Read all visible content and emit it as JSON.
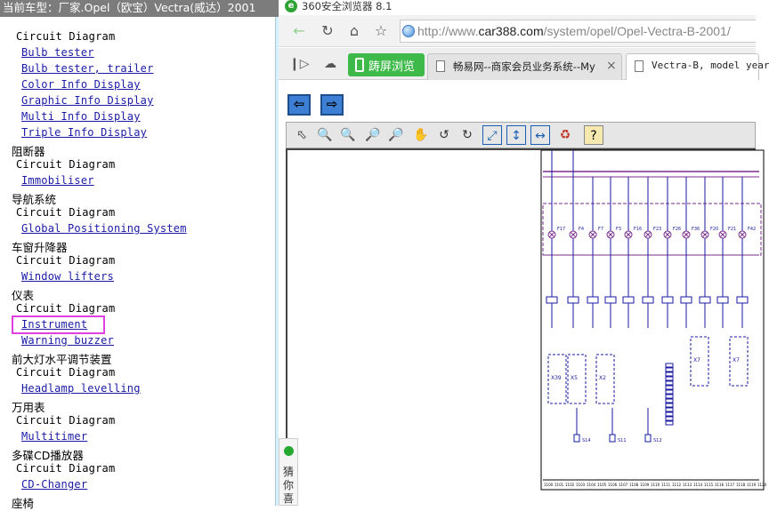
{
  "left": {
    "title": "当前车型：厂家.Opel（欧宝）Vectra(威达）2001",
    "top_partial": "Circuit Diagram",
    "rows": [
      {
        "kind": "link",
        "text": "Bulb tester"
      },
      {
        "kind": "link",
        "text": "Bulb tester, trailer"
      },
      {
        "kind": "link",
        "text": "Color Info Display"
      },
      {
        "kind": "link",
        "text": "Graphic Info Display"
      },
      {
        "kind": "link",
        "text": "Multi Info Display"
      },
      {
        "kind": "link",
        "text": "Triple Info Display"
      },
      {
        "kind": "cat",
        "text": "阻断器"
      },
      {
        "kind": "cd",
        "text": "Circuit Diagram"
      },
      {
        "kind": "link",
        "text": "Immobiliser"
      },
      {
        "kind": "cat",
        "text": "导航系统"
      },
      {
        "kind": "cd",
        "text": "Circuit Diagram"
      },
      {
        "kind": "link",
        "text": "Global Positioning System"
      },
      {
        "kind": "cat",
        "text": "车窗升降器"
      },
      {
        "kind": "cd",
        "text": "Circuit Diagram"
      },
      {
        "kind": "link",
        "text": "Window lifters"
      },
      {
        "kind": "cat",
        "text": "仪表"
      },
      {
        "kind": "cd",
        "text": "Circuit Diagram"
      },
      {
        "kind": "link",
        "text": "Instrument"
      },
      {
        "kind": "link",
        "text": "Warning buzzer"
      },
      {
        "kind": "cat",
        "text": "前大灯水平调节装置"
      },
      {
        "kind": "cd",
        "text": "Circuit Diagram"
      },
      {
        "kind": "link",
        "text": "Headlamp levelling"
      },
      {
        "kind": "cat",
        "text": "万用表"
      },
      {
        "kind": "cd",
        "text": "Circuit Diagram"
      },
      {
        "kind": "link",
        "text": "Multitimer"
      },
      {
        "kind": "cat",
        "text": "多碟CD播放器"
      },
      {
        "kind": "cd",
        "text": "Circuit Diagram"
      },
      {
        "kind": "link",
        "text": "CD-Changer"
      },
      {
        "kind": "cat",
        "text": "座椅"
      }
    ],
    "highlight_color": "#e040e0"
  },
  "browser": {
    "title": "360安全浏览器 8.1",
    "url_prefix": "http://www.",
    "url_domain": "car388.com",
    "url_rest": "/system/opel/Opel-Vectra-B-2001/",
    "tabs": [
      {
        "label": "踌屏浏览"
      },
      {
        "label": "畅易网--商家会员业务系统--My"
      },
      {
        "label": "Vectra-B, model year"
      }
    ],
    "side_strip_text": "猜你喜"
  },
  "diagram": {
    "fuses": [
      "F17",
      "F4",
      "F7",
      "F3",
      "F16",
      "F23",
      "F26",
      "F36",
      "F20",
      "F21",
      "F42"
    ],
    "modules": [
      "X39",
      "X5",
      "X2",
      "X7",
      "X7"
    ],
    "switches": [
      "S14",
      "S11",
      "S12"
    ],
    "bottom_refs": [
      "1100",
      "1101",
      "1102",
      "1103",
      "1104",
      "1105",
      "1106",
      "1107",
      "1108",
      "1109",
      "1110",
      "1111",
      "1112",
      "1113",
      "1114",
      "1115",
      "1116",
      "1117",
      "1118",
      "1119",
      "1120"
    ]
  }
}
